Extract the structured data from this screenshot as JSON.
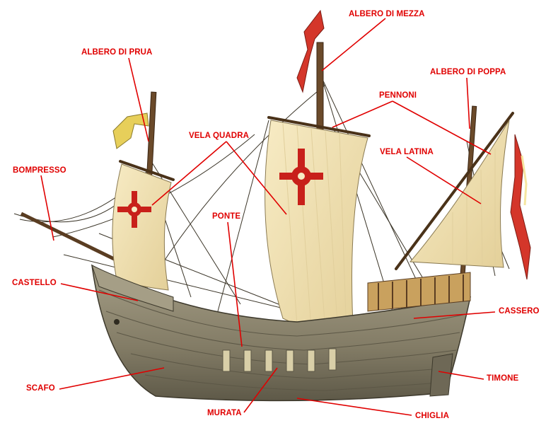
{
  "labels": {
    "albero_di_mezza": "ALBERO DI MEZZA",
    "albero_di_prua": "ALBERO DI PRUA",
    "albero_di_poppa": "ALBERO DI POPPA",
    "pennoni": "PENNONI",
    "vela_quadra": "VELA QUADRA",
    "vela_latina": "VELA LATINA",
    "bompresso": "BOMPRESSO",
    "ponte": "PONTE",
    "castello": "CASTELLO",
    "cassero": "CASSERO",
    "timone": "TIMONE",
    "scafo": "SCAFO",
    "murata": "MURATA",
    "chiglia": "CHIGLIA"
  },
  "colors": {
    "label": "#e00000",
    "leader_line": "#e00000",
    "hull": "#8a8470",
    "sail": "#f1e2b2",
    "cross": "#c8201a",
    "flag": "#d4362a",
    "pennant": "#e7cf5a"
  }
}
